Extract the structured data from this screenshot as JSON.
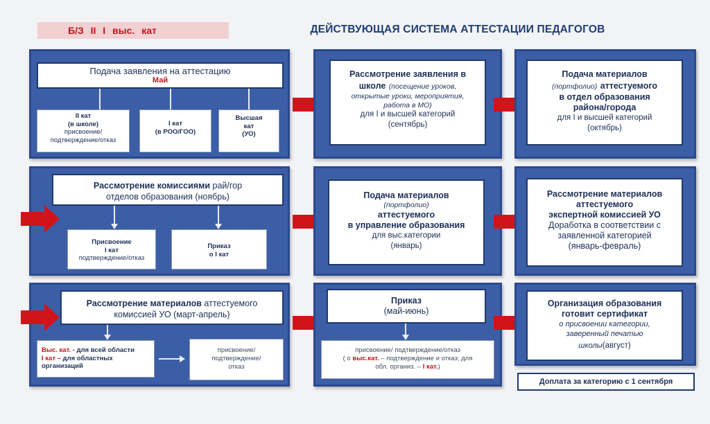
{
  "header": {
    "tag": "Б/З    II    I    выс. кат",
    "title": "ДЕЙСТВУЮЩАЯ СИСТЕМА АТТЕСТАЦИИ ПЕДАГОГОВ"
  },
  "row1": {
    "application": {
      "title": "Подача заявления на аттестацию",
      "month": "Май"
    },
    "cat2": {
      "line1": "II кат",
      "line2": "(в школе)",
      "line3": "присвоение/",
      "line4": "подтверждение/отказ"
    },
    "cat1": {
      "line1": "I кат",
      "line2": "(в РОО/ГОО)"
    },
    "cat_high": {
      "line1": "Высшая",
      "line2": "кат",
      "line3": "(УО)"
    },
    "school": {
      "title1": "Рассмотрение заявления в",
      "title2": "школе",
      "ital1": "(посещение уроков,",
      "ital2": "открытые уроки, мероприятия,",
      "ital3": "работа в МО)",
      "line1": "для I  и высшей категорий",
      "line2": "(сентябрь)"
    },
    "district": {
      "title1": "Подача материалов",
      "ital1": "(портфолио)",
      "title2": "аттестуемого",
      "title3": "в отдел образования",
      "title4": "района/города",
      "line1": "для I  и высшей категорий",
      "line2": "(октябрь)"
    }
  },
  "row2": {
    "commission": {
      "title": "Рассмотрение комиссиями",
      "rest": " рай/гор",
      "line2": "отделов образования (ноябрь)"
    },
    "assign": {
      "line1": "Присвоение",
      "line2": "I кат",
      "line3": "подтверждение/отказ"
    },
    "order": {
      "line1": "Приказ",
      "line2": "о  I кат"
    },
    "uo": {
      "title1": "Подача материалов",
      "ital1": "(портфолио)",
      "title2": "аттестуемого",
      "title3": "в управление образования",
      "line1": "для выс.категории",
      "line2": "(январь)"
    },
    "expert": {
      "title1": "Рассмотрение материалов",
      "title2": "аттестуемого",
      "title3": "экспертной комиссией УО",
      "line1": "Доработка в соответствии с",
      "line2": "заявленной категорией",
      "line3": "(январь-февраль)"
    }
  },
  "row3": {
    "review": {
      "title": "Рассмотрение материалов",
      "rest": " аттестуемого",
      "line2": "комиссией УО (март-апрель)"
    },
    "scope": {
      "a_red": "Выс. кат. - ",
      "a_rest": " для всей области",
      "b_red": "I кат – ",
      "b_rest": "для областных",
      "c": "организаций"
    },
    "result": {
      "line1": "присвоение/",
      "line2": "подтверждение/",
      "line3": "отказ"
    },
    "order": {
      "title": "Приказ",
      "line2": "(май-июнь)"
    },
    "order_detail": {
      "line1": "присвоение/ подтверждение/отказ",
      "l2a": "( о ",
      "l2b": "выс.кат.",
      "l2c": "  – подтверждение и отказ; для",
      "l3a": "обл. организ.  – ",
      "l3b": "I кат.",
      "l3c": ")"
    },
    "certificate": {
      "title1": "Организация образования",
      "title2": "готовит сертификат",
      "ital1": "о присвоении категории,",
      "ital2": "заверенный печатью",
      "ital3": "школы",
      "month": "(август)"
    },
    "bonus": "Доплата за категорию с 1 сентября"
  }
}
